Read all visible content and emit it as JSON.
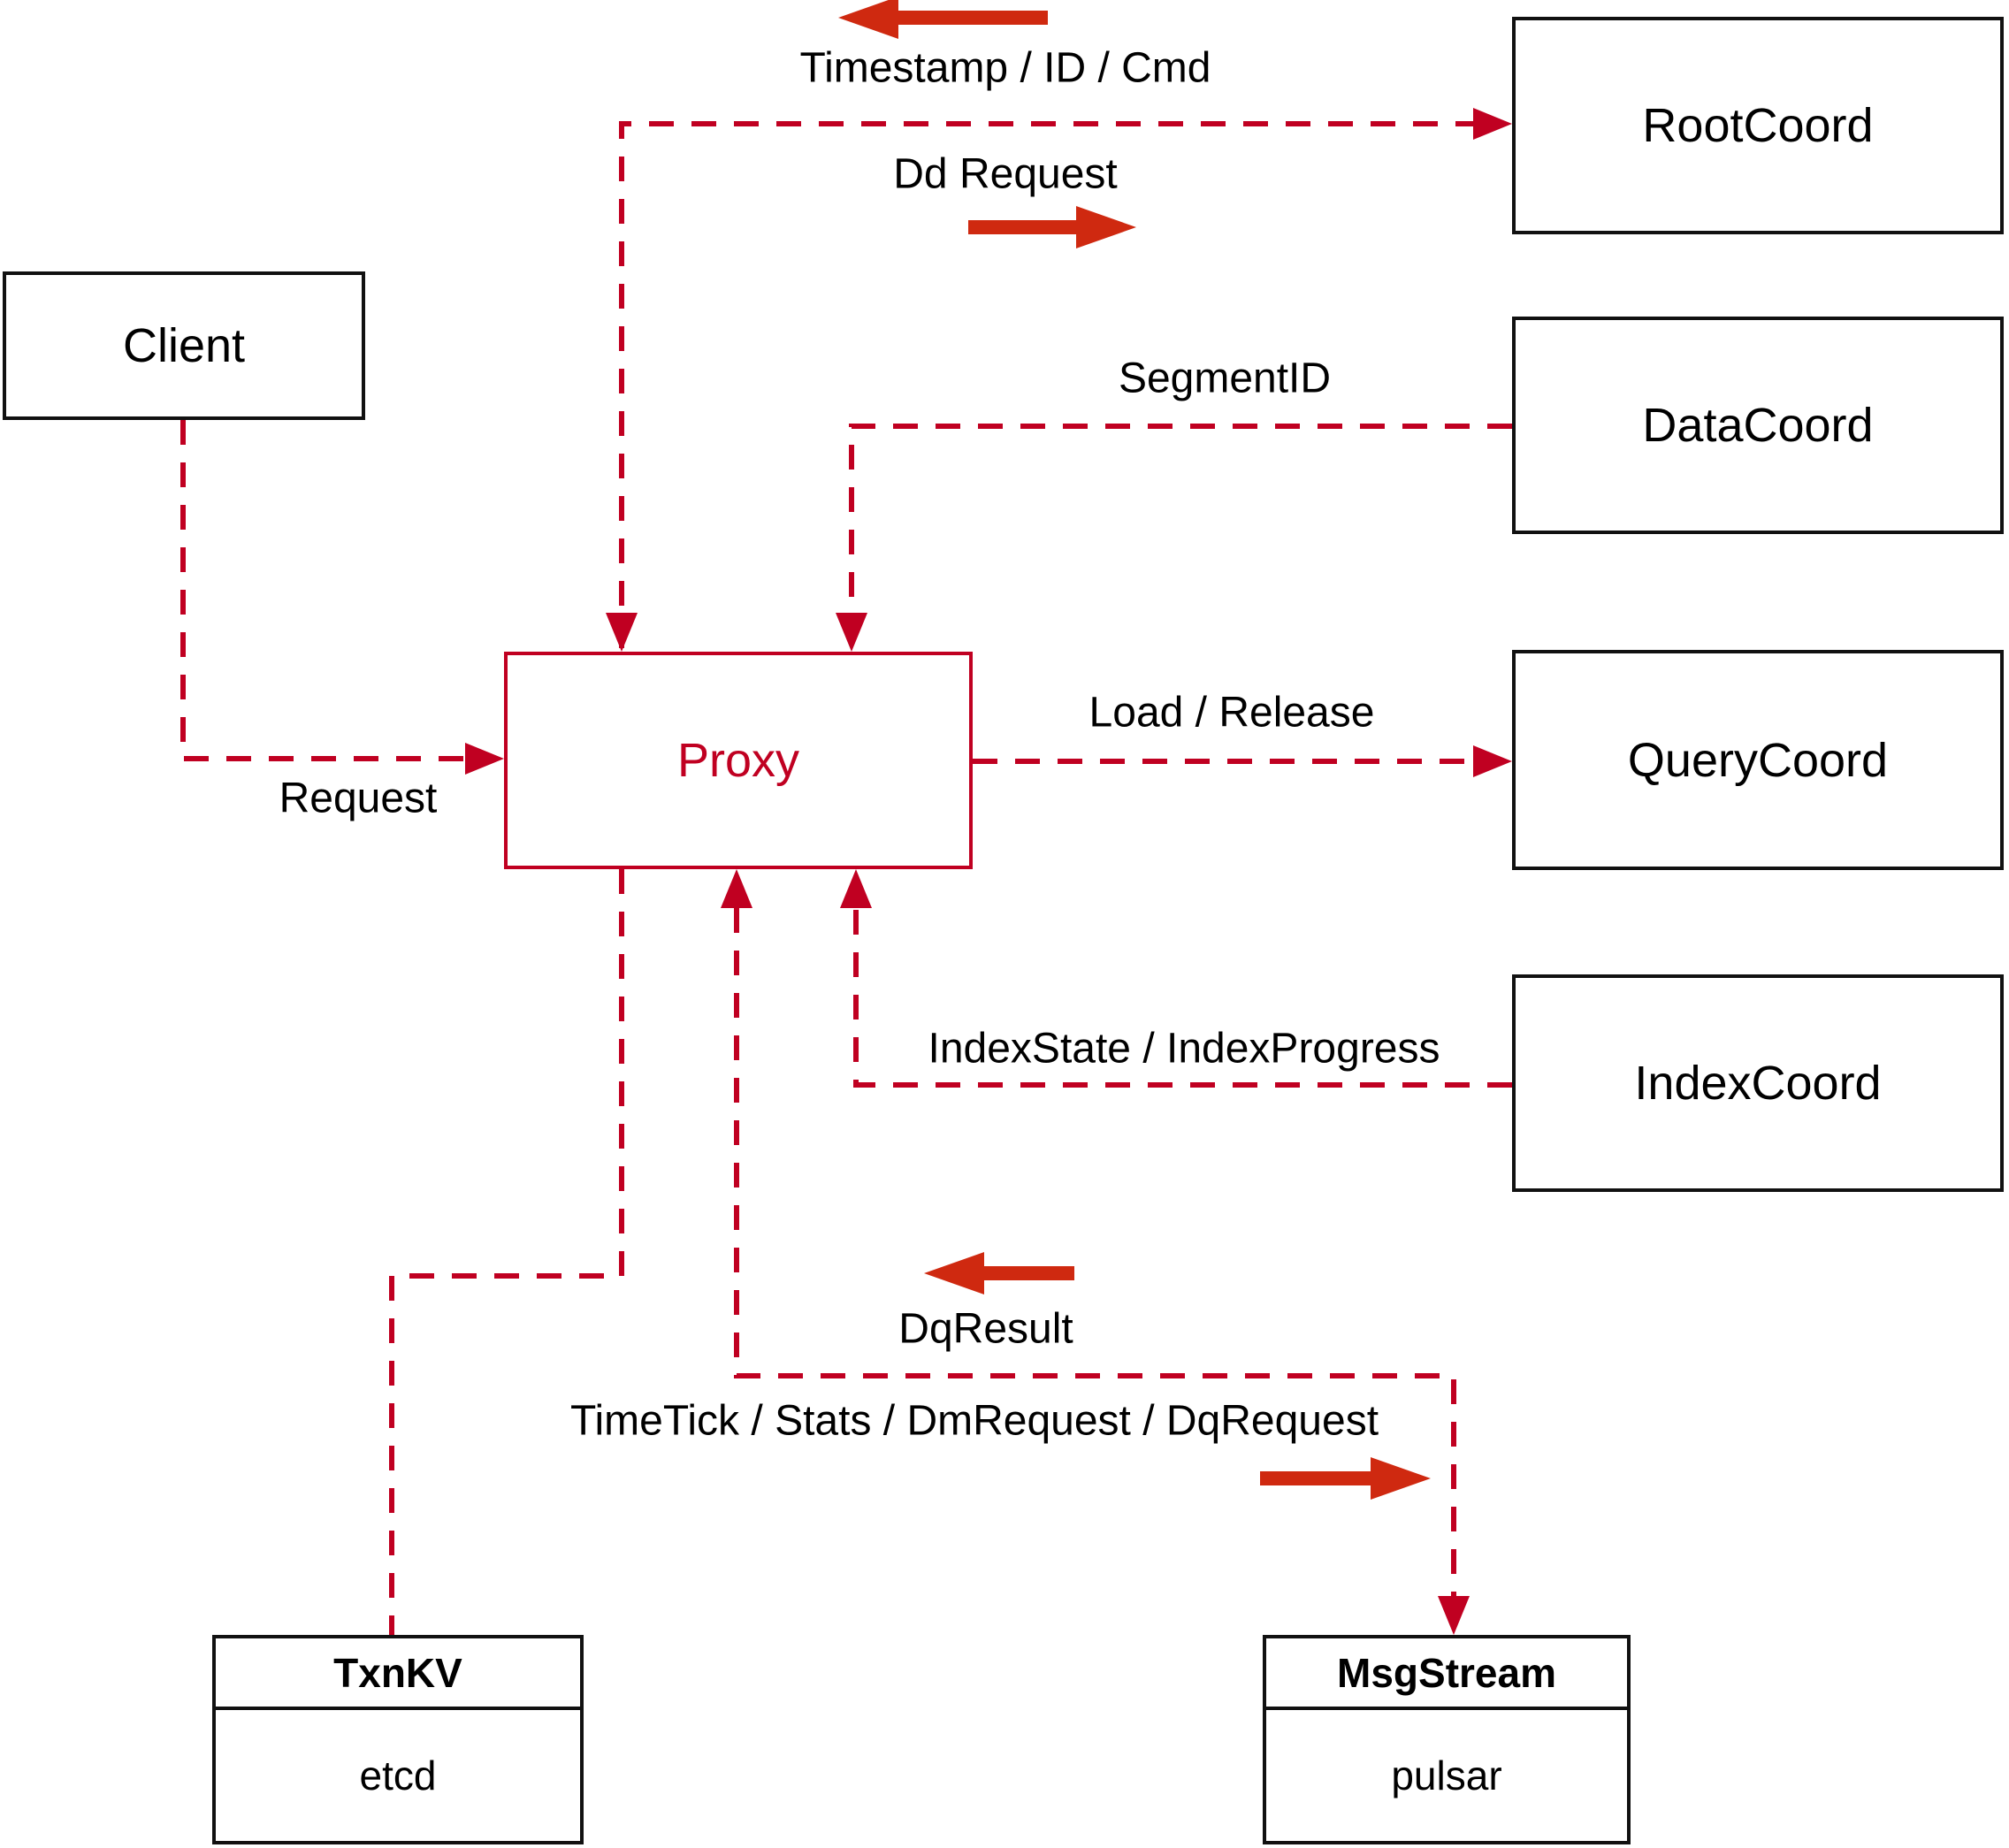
{
  "diagram": {
    "nodes": {
      "client": {
        "label": "Client"
      },
      "proxy": {
        "label": "Proxy"
      },
      "root_coord": {
        "label": "RootCoord"
      },
      "data_coord": {
        "label": "DataCoord"
      },
      "query_coord": {
        "label": "QueryCoord"
      },
      "index_coord": {
        "label": "IndexCoord"
      },
      "txn_kv": {
        "label": "TxnKV",
        "sublabel": "etcd"
      },
      "msg_stream": {
        "label": "MsgStream",
        "sublabel": "pulsar"
      }
    },
    "edge_labels": {
      "timestamp": "Timestamp / ID / Cmd",
      "dd_request": "Dd Request",
      "segment_id": "SegmentID",
      "load_release": "Load / Release",
      "request": "Request",
      "index_state": "IndexState / IndexProgress",
      "dq_result": "DqResult",
      "time_tick": "TimeTick / Stats / DmRequest / DqRequest"
    },
    "colors": {
      "line_red": "#c00021",
      "arrow_red": "#cf2910",
      "box_border": "#111111",
      "text": "#000000",
      "background": "#ffffff"
    }
  }
}
